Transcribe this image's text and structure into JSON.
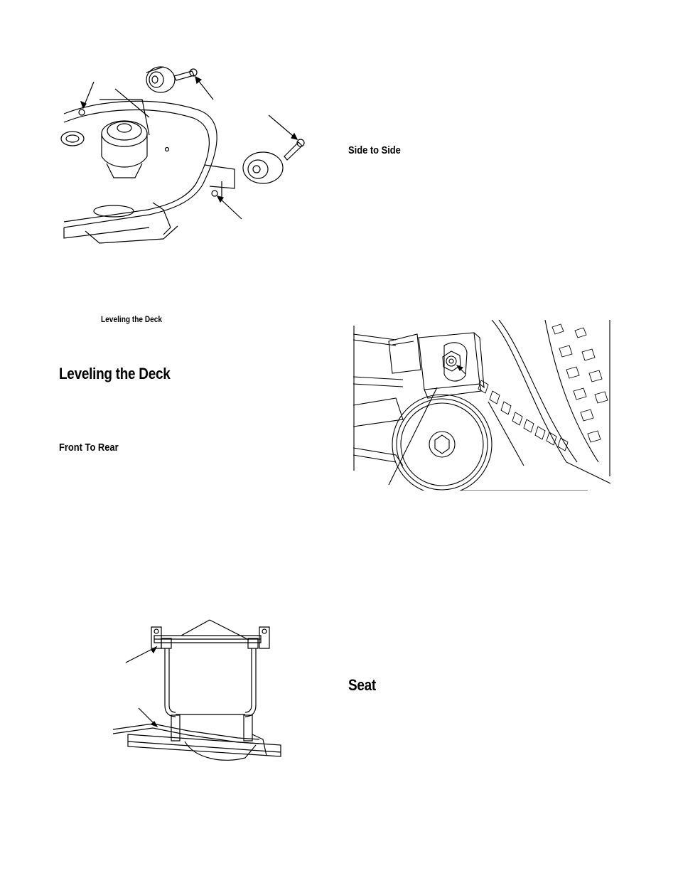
{
  "figures": {
    "deck_wheels": {
      "caption": "Leveling the Deck"
    }
  },
  "sections": {
    "leveling": {
      "title": "Leveling the Deck"
    },
    "front_to_rear": {
      "title": "Front To Rear"
    },
    "side_to_side": {
      "title": "Side to Side"
    },
    "seat": {
      "title": "Seat"
    }
  }
}
